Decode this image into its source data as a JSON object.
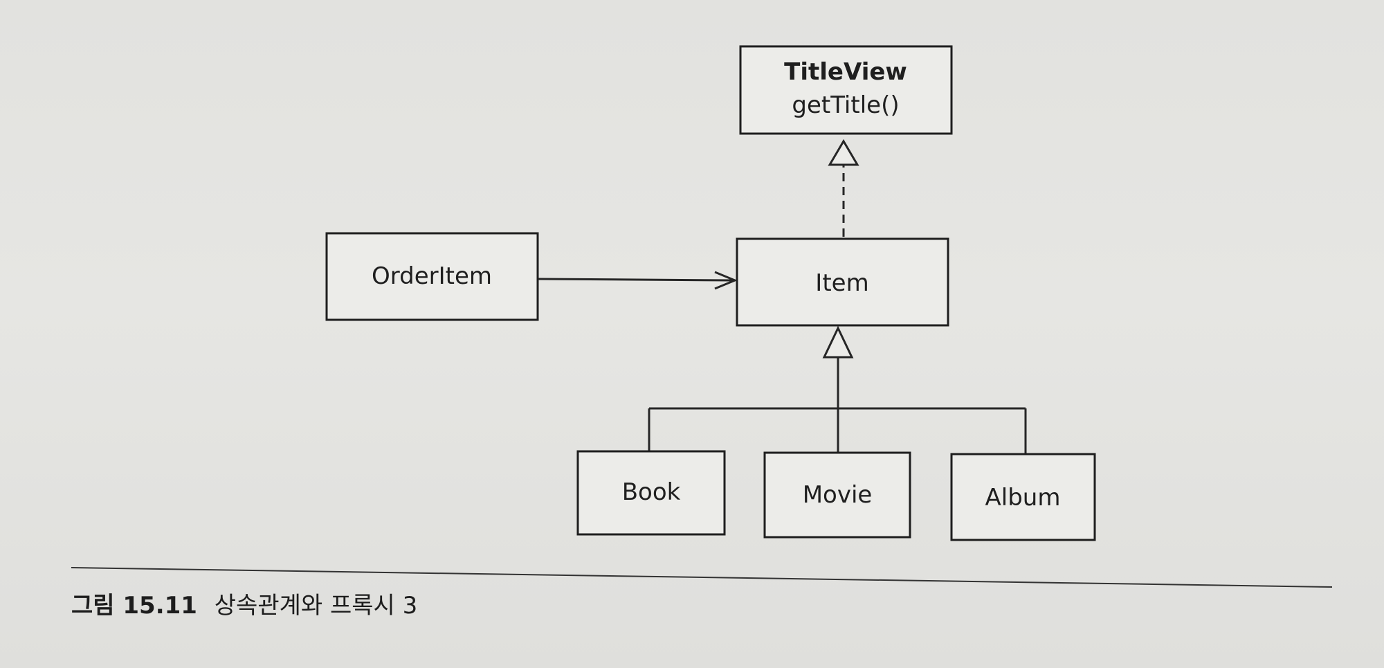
{
  "diagram": {
    "classes": {
      "titleview": {
        "name": "TitleView",
        "method": "getTitle()"
      },
      "item": {
        "name": "Item"
      },
      "orderitem": {
        "name": "OrderItem"
      },
      "book": {
        "name": "Book"
      },
      "movie": {
        "name": "Movie"
      },
      "album": {
        "name": "Album"
      }
    },
    "relations": [
      {
        "from": "Item",
        "to": "TitleView",
        "kind": "realization"
      },
      {
        "from": "OrderItem",
        "to": "Item",
        "kind": "association"
      },
      {
        "from": "Book",
        "to": "Item",
        "kind": "generalization"
      },
      {
        "from": "Movie",
        "to": "Item",
        "kind": "generalization"
      },
      {
        "from": "Album",
        "to": "Item",
        "kind": "generalization"
      }
    ]
  },
  "caption": {
    "label": "그림 15.11",
    "text": "상속관계와 프록시 3"
  }
}
